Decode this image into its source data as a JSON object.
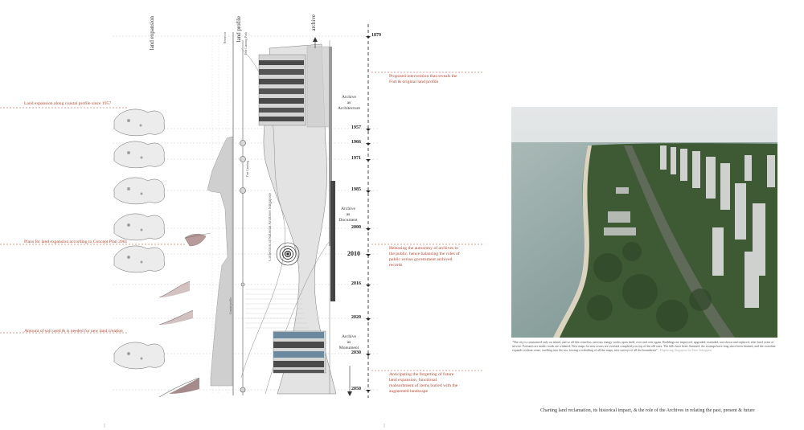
{
  "headers": {
    "land_expansion": "land expansion",
    "land_profile": "land profile",
    "archive": "archive"
  },
  "annotations": {
    "coastal_profile": "Land expansion along coastal profile  since 1957",
    "concept_plan": "Plans for land expansion according to Concept Plan 2001",
    "soil_needed": "Amount of soil used & is needed for new land creation",
    "proposed_intervention": "Proposed intervention that reveals the Fort & original land profile",
    "releasing_autonomy": "Releasing the autonomy of archives to the public, hence balancing the roles of public versus government archived records",
    "anticipating": "Anticipating the forgetting of future land expansion, functional reabsorbment of items buried with the augmented landscape"
  },
  "timeline": {
    "years": [
      "1879",
      "1957",
      "1966",
      "1971",
      "1985",
      "2000",
      "2010",
      "2016",
      "2020",
      "2030",
      "2050"
    ],
    "highlight": "2010"
  },
  "archive_phases": [
    {
      "line1": "Archive",
      "line2": "as",
      "line3": "Architecture"
    },
    {
      "line1": "Archive",
      "line2": "as",
      "line3": "Document"
    },
    {
      "line1": "Archive",
      "line2": "as",
      "line3": "Monument"
    }
  ],
  "vertical_labels": {
    "collection": "Collection at National Archives Singapore",
    "fort_canning": "Fort Canning Park",
    "fort_canning_2": "Fort Canning",
    "reservoir": "Reservoir",
    "profile_2": "Coastal profile"
  },
  "photo_quote": {
    "text": "\"The city is constrained only on island, and so all this ceaseless, nervous energy works upon itself, over and over again. Buildings are improved, upgraded, extended, torn down and replaced, after brief years of service. Fortunes are made; roads are widened. New maps for new towns are overlaid completely on top of the old ones. The hills have been flattened, the swamps have long since been drained, and the coastline expands without cease, swelling into the sea, forcing a redrafting of all the maps, new surveys of all the boundaries\"",
    "source": "- Displacing Singapore by Peter Schoppert"
  },
  "caption": "Charting land reclamation, its historical impact, & the role of the Archives in relating the past, present & future",
  "colors": {
    "accent_red": "#b0452f",
    "ink": "#333333",
    "sea": "#8fa6a2",
    "greenery": "#3e5a34",
    "mauve": "#b89a9a"
  },
  "icons": [
    "map-icon",
    "rings-icon",
    "arrow-up-icon",
    "arrow-down-icon"
  ]
}
